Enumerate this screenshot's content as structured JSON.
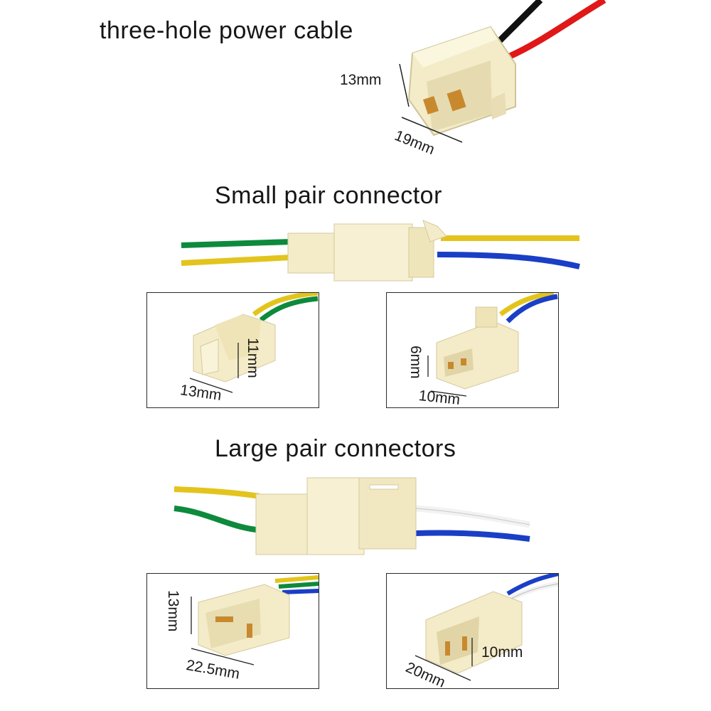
{
  "headings": {
    "three_hole": "three-hole power cable",
    "small_pair": "Small pair connector",
    "large_pair": "Large pair connectors"
  },
  "dimensions": {
    "three_hole_height": "13mm",
    "three_hole_width": "19mm",
    "small_male_height": "11mm",
    "small_male_width": "13mm",
    "small_female_height": "6mm",
    "small_female_width": "10mm",
    "large_male_height": "13mm",
    "large_male_width": "22.5mm",
    "large_female_height": "10mm",
    "large_female_width": "20mm"
  },
  "colors": {
    "housing": "#f4ecc8",
    "housing_shade": "#dcd0a4",
    "terminal": "#c8892e",
    "wire_black": "#111111",
    "wire_red": "#e01818",
    "wire_green": "#0d8a3c",
    "wire_yellow": "#e3c41c",
    "wire_blue": "#1a3fc6",
    "wire_white": "#f2f2f2"
  }
}
